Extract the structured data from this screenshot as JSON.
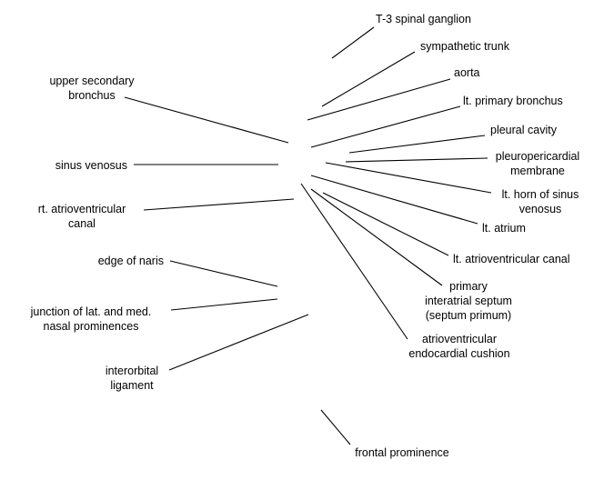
{
  "diagram": {
    "background": "#ffffff",
    "ink": "#000000",
    "labels": {
      "t3_spinal_ganglion": [
        "T-3 spinal ganglion"
      ],
      "sympathetic_trunk": [
        "sympathetic trunk"
      ],
      "aorta": [
        "aorta"
      ],
      "lt_primary_bronchus": [
        "lt. primary bronchus"
      ],
      "pleural_cavity": [
        "pleural cavity"
      ],
      "pleuropericardial_membrane": [
        "pleuropericardial",
        "membrane"
      ],
      "lt_horn_sinus_venosus": [
        "lt. horn of sinus",
        "venosus"
      ],
      "lt_atrium": [
        "lt. atrium"
      ],
      "lt_atrioventricular_canal": [
        "lt. atrioventricular canal"
      ],
      "primary_interatrial_septum": [
        "primary",
        "interatrial septum",
        "(septum primum)"
      ],
      "atrioventricular_endocardial_cushion": [
        "atrioventricular",
        "endocardial cushion"
      ],
      "frontal_prominence": [
        "frontal prominence"
      ],
      "upper_secondary_bronchus": [
        "upper secondary",
        "bronchus"
      ],
      "sinus_venosus": [
        "sinus venosus"
      ],
      "rt_atrioventricular_canal": [
        "rt. atrioventricular",
        "canal"
      ],
      "edge_of_naris": [
        "edge of naris"
      ],
      "junction_nasal_prominences": [
        "junction of lat. and med.",
        "nasal prominences"
      ],
      "interorbital_ligament": [
        "interorbital",
        "ligament"
      ]
    }
  }
}
